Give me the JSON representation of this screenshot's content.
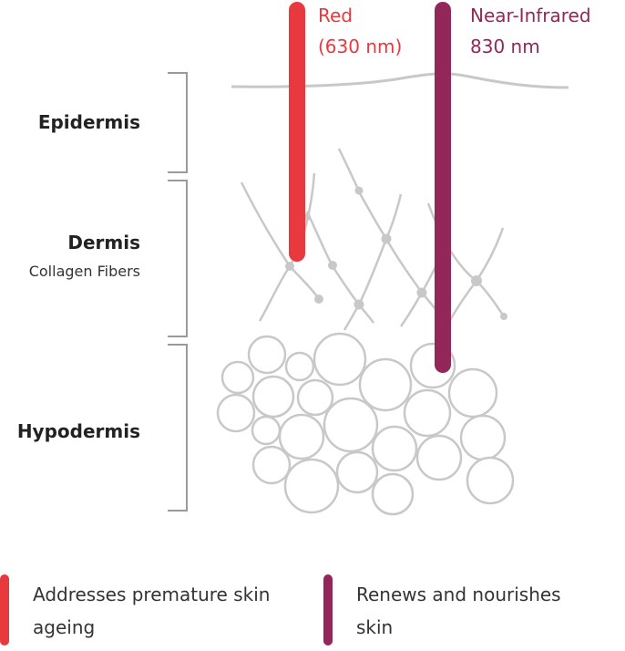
{
  "layers": {
    "epidermis": "Epidermis",
    "dermis": "Dermis",
    "dermis_sub": "Collagen Fibers",
    "hypodermis": "Hypodermis"
  },
  "beams": {
    "red": {
      "name": "Red",
      "wavelength": "(630 nm)",
      "color": "#e8393f"
    },
    "nir": {
      "name": "Near-Infrared",
      "wavelength": "830 nm",
      "color": "#93275a"
    }
  },
  "legend": {
    "red_text_line1": "Addresses premature skin",
    "red_text_line2": "ageing",
    "nir_text_line1": "Renews and nourishes",
    "nir_text_line2": "skin"
  },
  "colors": {
    "red": "#e8393f",
    "nir": "#93275a",
    "structure_gray": "#c8c8c8",
    "bracket_gray": "#9a9a9a"
  }
}
